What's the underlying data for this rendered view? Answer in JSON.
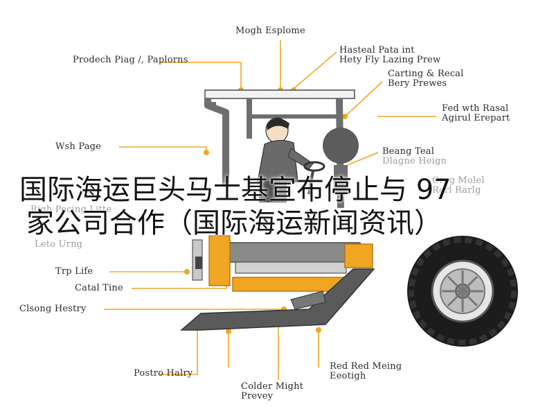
{
  "headline": {
    "line1": "国际海运巨头马士基宣布停止与 97",
    "line2": "家公司合作（国际海运新闻资讯）"
  },
  "labels": {
    "top": "Mogh Esplome",
    "top_left": "Prodech Piag /, Paplorns",
    "top_right": [
      "Hasteal Pata int",
      "Hety Fly Lazing Prew"
    ],
    "upper_right": [
      "Carting & Recal",
      "Bery Prewes"
    ],
    "right_mid": [
      "Fed wth Rasal",
      "Agirul Erepart"
    ],
    "left_mid": "Wsh Page",
    "right_center": [
      "Beang Teal",
      "Dlagne Heign"
    ],
    "obscured_left_1": "Righ Pecing Litte",
    "obscured_left_2": "Leto Urng",
    "obscured_right_1": "Creg Molel",
    "obscured_right_2": "Rerl Rarlg",
    "trip": "Trp Life",
    "catal": "Catal Tine",
    "closing": "Clsong Hestry",
    "bottom_left": "Postro Halry",
    "bottom_center": [
      "Colder Might",
      "Prevey"
    ],
    "bottom_right": [
      "Red Red Meing",
      "Eeotigh"
    ]
  },
  "colors": {
    "frame": "#6e6e6e",
    "frame_dark": "#4a4a4a",
    "accent": "#f0a623",
    "roof": "#f2f2f2",
    "tire": "#1c1c1c"
  }
}
